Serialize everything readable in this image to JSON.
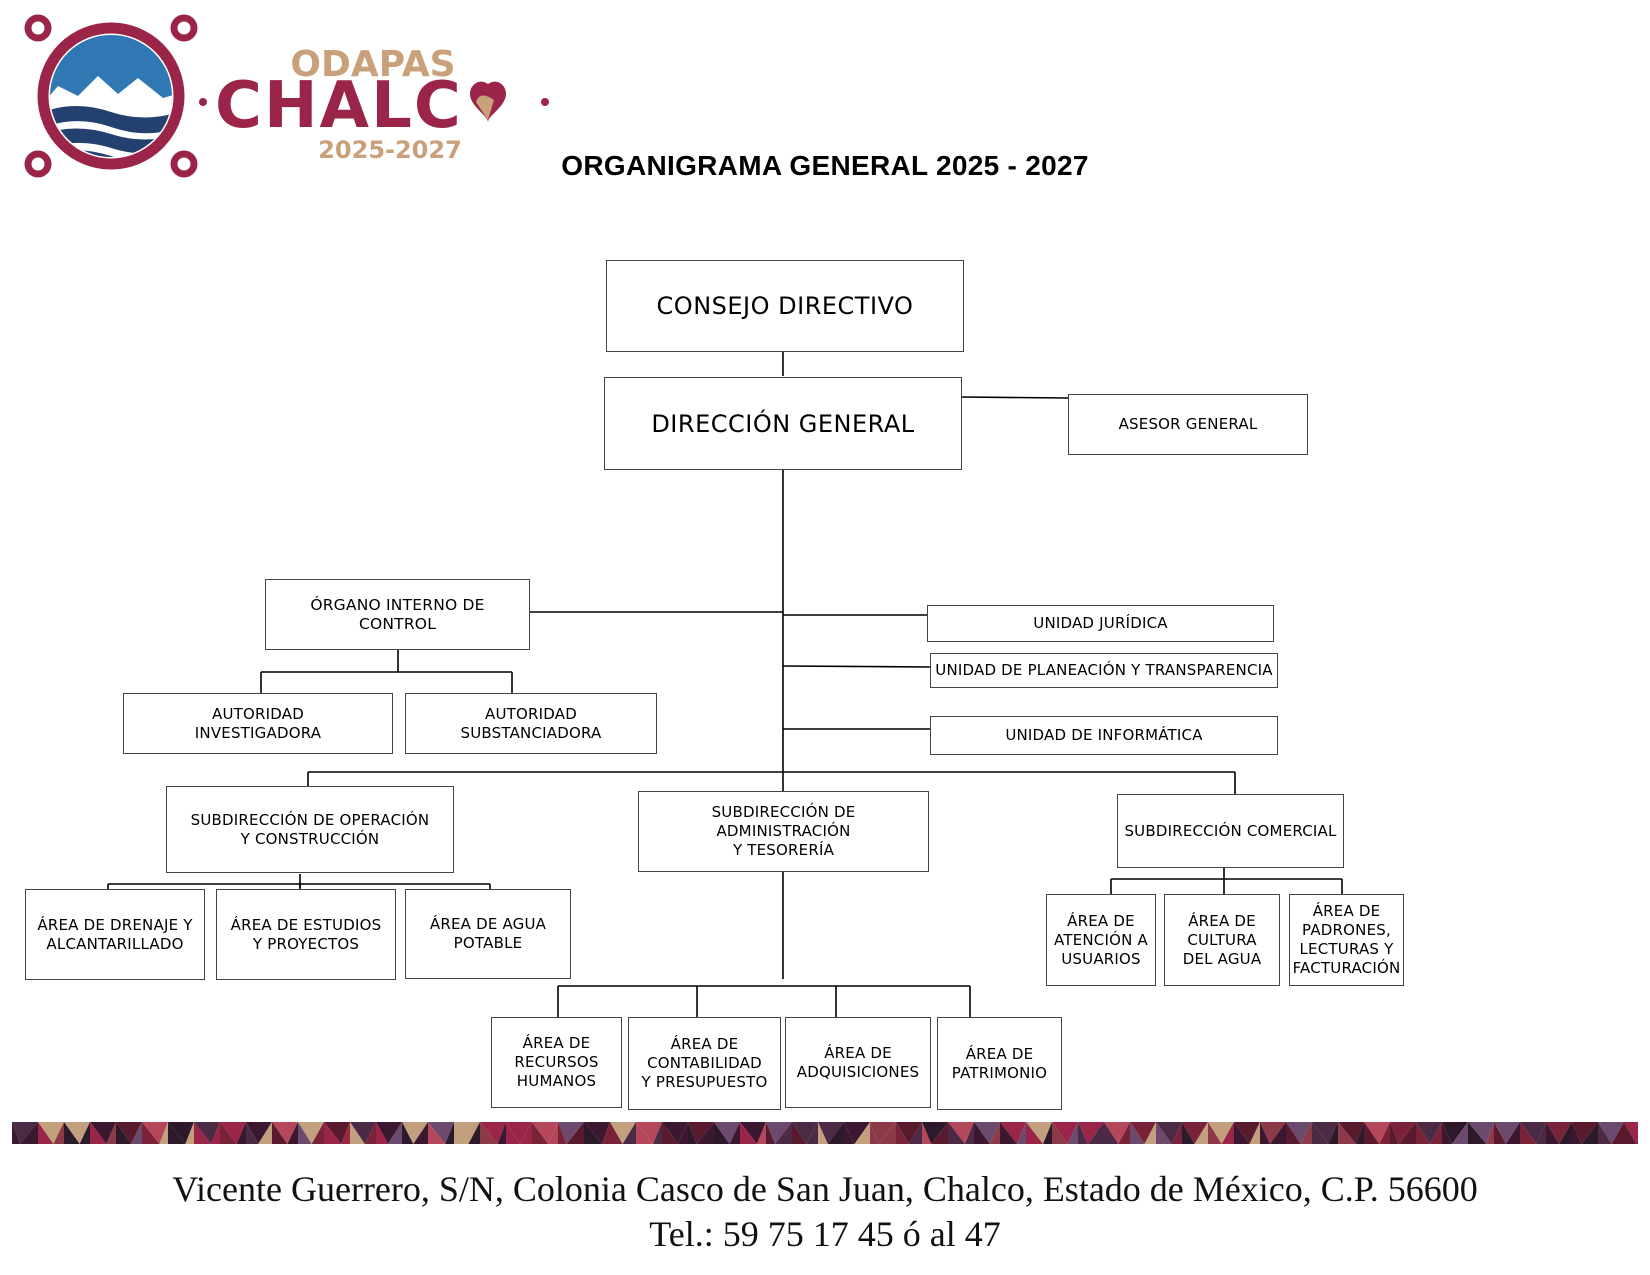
{
  "logo": {
    "top_text": "ODAPAS",
    "main_text": "CHALC",
    "years": "2025-2027",
    "colors": {
      "burgundy": "#9a2549",
      "gold": "#c8a07a",
      "blue": "#2f78b4",
      "navy": "#23406f"
    }
  },
  "title": "ORGANIGRAMA GENERAL 2025 - 2027",
  "org": {
    "consejo": "CONSEJO DIRECTIVO",
    "direccion": "DIRECCIÓN GENERAL",
    "asesor": "ASESOR GENERAL",
    "organo": "ÓRGANO INTERNO DE CONTROL",
    "autoridad_inv": "AUTORIDAD\nINVESTIGADORA",
    "autoridad_sub": "AUTORIDAD\nSUBSTANCIADORA",
    "unidad_juridica": "UNIDAD JURÍDICA",
    "unidad_planeacion": "UNIDAD DE PLANEACIÓN Y TRANSPARENCIA",
    "unidad_informatica": "UNIDAD DE INFORMÁTICA",
    "sub_operacion": "SUBDIRECCIÓN DE OPERACIÓN\nY CONSTRUCCIÓN",
    "sub_administracion": "SUBDIRECCIÓN DE ADMINISTRACIÓN\nY TESORERÍA",
    "sub_comercial": "SUBDIRECCIÓN COMERCIAL",
    "area_drenaje": "ÁREA DE DRENAJE Y\nALCANTARILLADO",
    "area_estudios": "ÁREA DE ESTUDIOS\nY PROYECTOS",
    "area_agua": "ÁREA DE AGUA\nPOTABLE",
    "area_rh": "ÁREA DE\nRECURSOS\nHUMANOS",
    "area_contabilidad": "ÁREA DE\nCONTABILIDAD\nY PRESUPUESTO",
    "area_adquisiciones": "ÁREA DE\nADQUISICIONES",
    "area_patrimonio": "ÁREA DE\nPATRIMONIO",
    "area_atencion": "ÁREA DE\nATENCIÓN A\nUSUARIOS",
    "area_cultura": "ÁREA DE\nCULTURA\nDEL AGUA",
    "area_padrones": "ÁREA DE\nPADRONES,\nLECTURAS Y\nFACTURACIÓN"
  },
  "footer": {
    "address": "Vicente Guerrero, S/N, Colonia Casco de San Juan, Chalco, Estado de México, C.P. 56600",
    "phone": "Tel.: 59 75 17 45 ó al 47"
  },
  "colors": {
    "line": "#000000",
    "border": "#444444"
  }
}
